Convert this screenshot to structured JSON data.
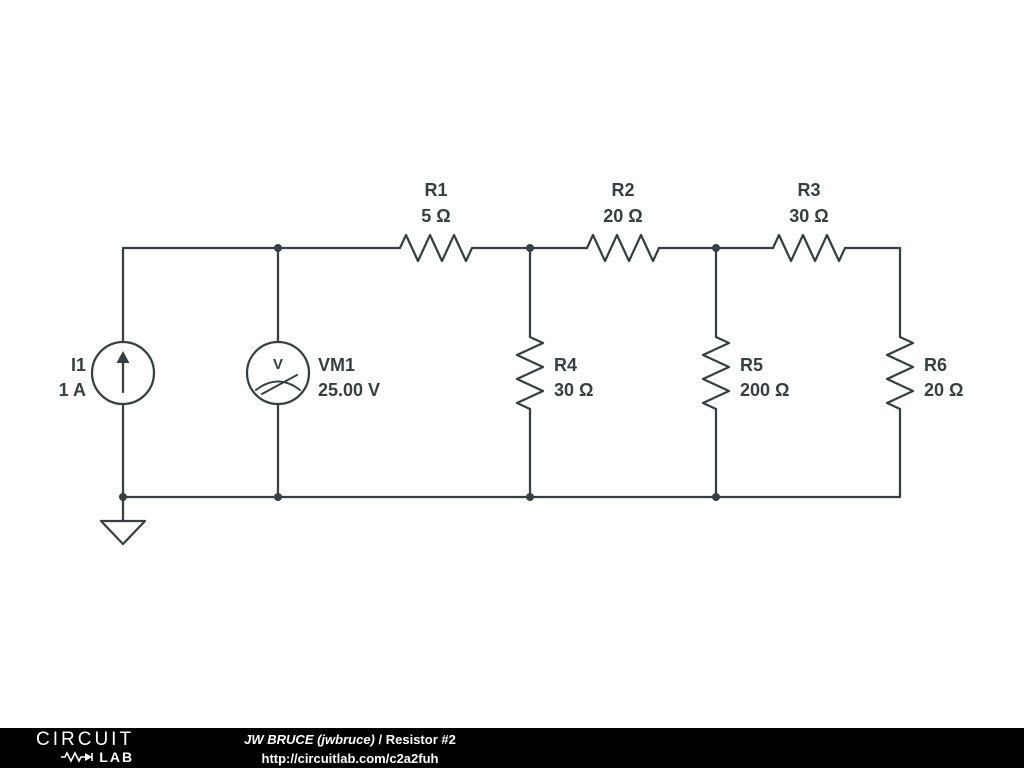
{
  "app": {
    "name_hint": "circuit schematic viewer"
  },
  "components": {
    "I1": {
      "name": "I1",
      "value": "1 A"
    },
    "VM1": {
      "name": "VM1",
      "value": "25.00 V",
      "meter_letter": "V"
    },
    "R1": {
      "name": "R1",
      "value": "5 Ω"
    },
    "R2": {
      "name": "R2",
      "value": "20 Ω"
    },
    "R3": {
      "name": "R3",
      "value": "30 Ω"
    },
    "R4": {
      "name": "R4",
      "value": "30 Ω"
    },
    "R5": {
      "name": "R5",
      "value": "200 Ω"
    },
    "R6": {
      "name": "R6",
      "value": "20 Ω"
    }
  },
  "footer": {
    "logo_line1": "CIRCUIT",
    "logo_line2": "LAB",
    "byline_author": "JW BRUCE (jwbruce)",
    "byline_sep": " / ",
    "byline_title": "Resistor #2",
    "url": "http://circuitlab.com/c2a2fuh"
  },
  "colors": {
    "wire": "#383f42",
    "background": "#ffffff",
    "footer_bg": "#000000",
    "footer_text": "#ffffff"
  }
}
